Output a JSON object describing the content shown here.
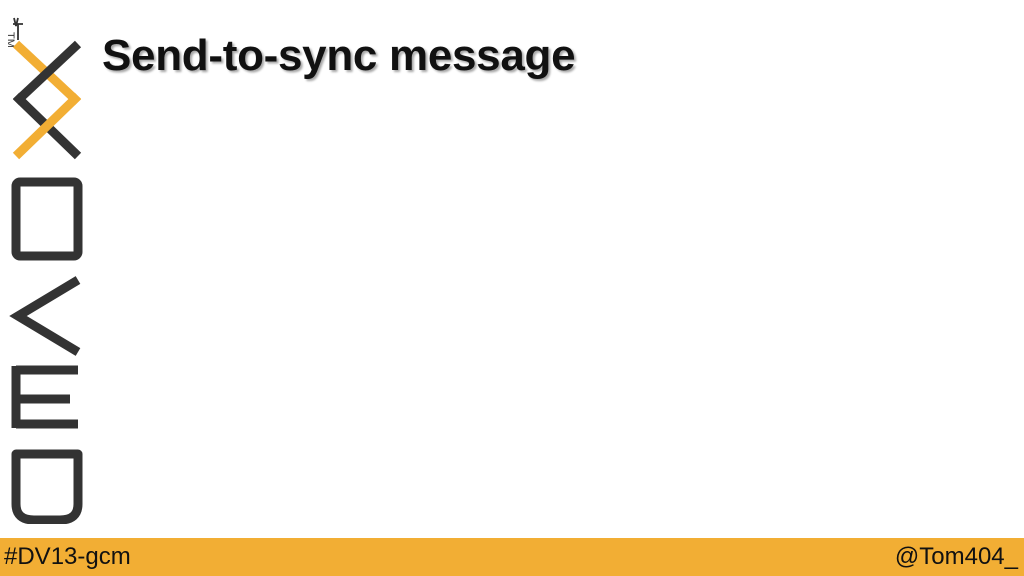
{
  "slide": {
    "title": "Send-to-sync message"
  },
  "logo": {
    "text": "DEVOXX",
    "trademark": "TM",
    "colors": {
      "letters": "#333333",
      "accent_x": "#f2ae34"
    }
  },
  "footer": {
    "hashtag": "#DV13-gcm",
    "handle": "@Tom404_",
    "background": "#f2ae34"
  }
}
